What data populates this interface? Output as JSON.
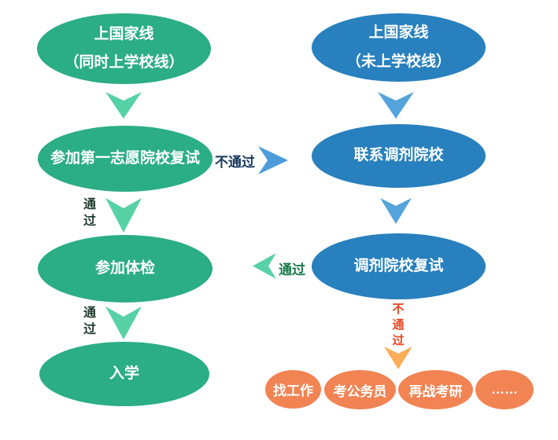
{
  "palette": {
    "green_node": "#2bad85",
    "green_arrow": "#57d1a6",
    "blue_node": "#2880be",
    "blue_arrow": "#55a4dc",
    "blue_arrow_horizontal": "#4d9bdb",
    "orange_node": "#f28353",
    "orange_arrow": "#fbad57",
    "fail_red_text": "#e8441f",
    "fail_navy_text": "#16375f",
    "pass_green_text": "#187a4b",
    "pass_dark_text": "#223d31",
    "node_text": "#ffffff",
    "background": "#ffffff"
  },
  "left_column": {
    "node1": {
      "line1": "上国家线",
      "line2": "（同时上学校线）"
    },
    "node2": {
      "label": "参加第一志愿院校复试"
    },
    "node3": {
      "label": "参加体检"
    },
    "node4": {
      "label": "入学"
    }
  },
  "right_column": {
    "node1": {
      "line1": "上国家线",
      "line2": "（未上学校线）"
    },
    "node2": {
      "label": "联系调剂院校"
    },
    "node3": {
      "label": "调剂院校复试"
    }
  },
  "outcomes": {
    "item1": "找工作",
    "item2": "考公务员",
    "item3": "再战考研",
    "item4": "……"
  },
  "edges": {
    "pass_first_retest_to_exam": "通过",
    "pass_exam_to_enrollment": "通过",
    "fail_first_retest_to_adjustment": "不通过",
    "pass_adjustment_to_exam": "通过",
    "fail_adjustment_vertical": "不通过"
  }
}
